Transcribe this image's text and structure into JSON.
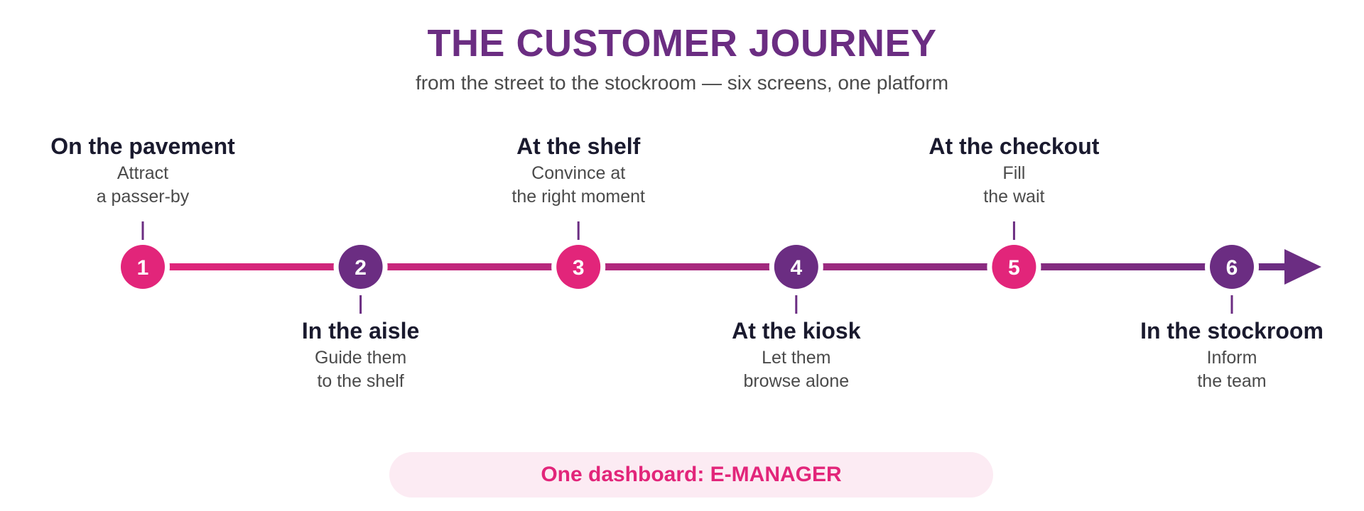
{
  "header": {
    "title": "THE CUSTOMER JOURNEY",
    "subtitle": "from the street to the stockroom — six screens, one platform"
  },
  "colors": {
    "pink": "#e2257a",
    "purple": "#6b2d82",
    "dark_text": "#1a1a2e",
    "muted_text": "#4a4a4a",
    "banner_bg": "#fcebf3"
  },
  "steps": [
    {
      "number": "1",
      "title": "On the pavement",
      "desc": [
        "Attract",
        "a passer-by"
      ],
      "position": "above",
      "color": "pink"
    },
    {
      "number": "2",
      "title": "In the aisle",
      "desc": [
        "Guide them",
        "to the shelf"
      ],
      "position": "below",
      "color": "purple"
    },
    {
      "number": "3",
      "title": "At the shelf",
      "desc": [
        "Convince at",
        "the right moment"
      ],
      "position": "above",
      "color": "pink"
    },
    {
      "number": "4",
      "title": "At the kiosk",
      "desc": [
        "Let them",
        "browse alone"
      ],
      "position": "below",
      "color": "purple"
    },
    {
      "number": "5",
      "title": "At the checkout",
      "desc": [
        "Fill",
        "the wait"
      ],
      "position": "above",
      "color": "pink"
    },
    {
      "number": "6",
      "title": "In the stockroom",
      "desc": [
        "Inform",
        "the team"
      ],
      "position": "below",
      "color": "purple"
    }
  ],
  "footer": {
    "dashboard_label": "One dashboard: E-MANAGER"
  }
}
